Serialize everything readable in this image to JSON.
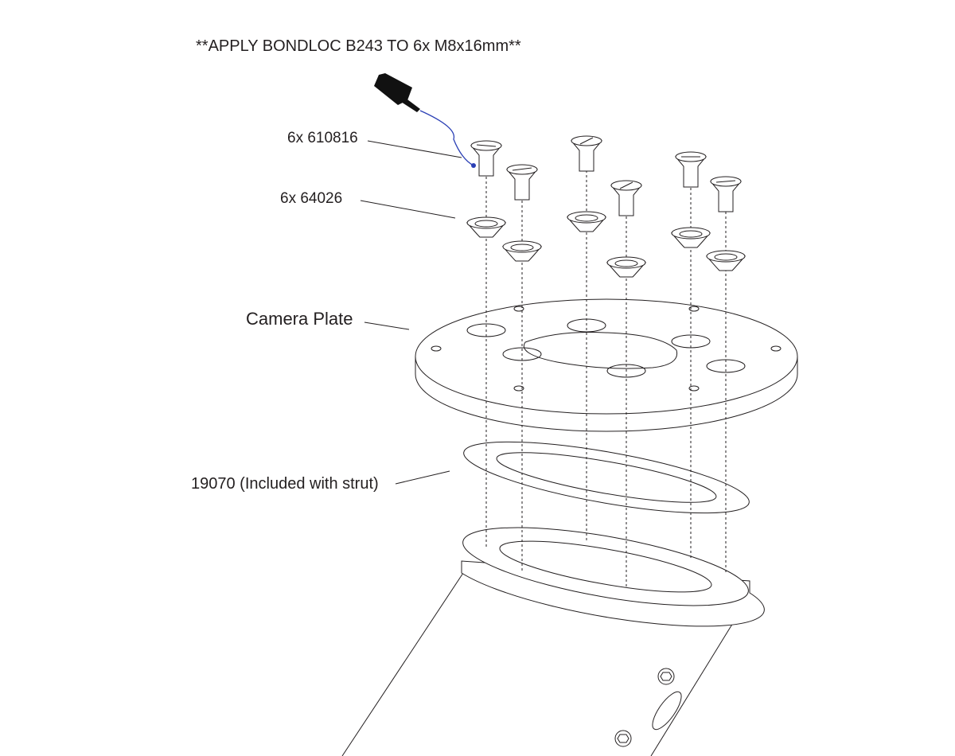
{
  "note": "**APPLY BONDLOC B243 TO 6x M8x16mm**",
  "labels": {
    "screws": "6x 610816",
    "washers": "6x 64026",
    "plate": "Camera Plate",
    "gasket": "19070  (Included with strut)"
  },
  "colors": {
    "line": "#231f20",
    "adhesive": "#2a3fb5"
  }
}
